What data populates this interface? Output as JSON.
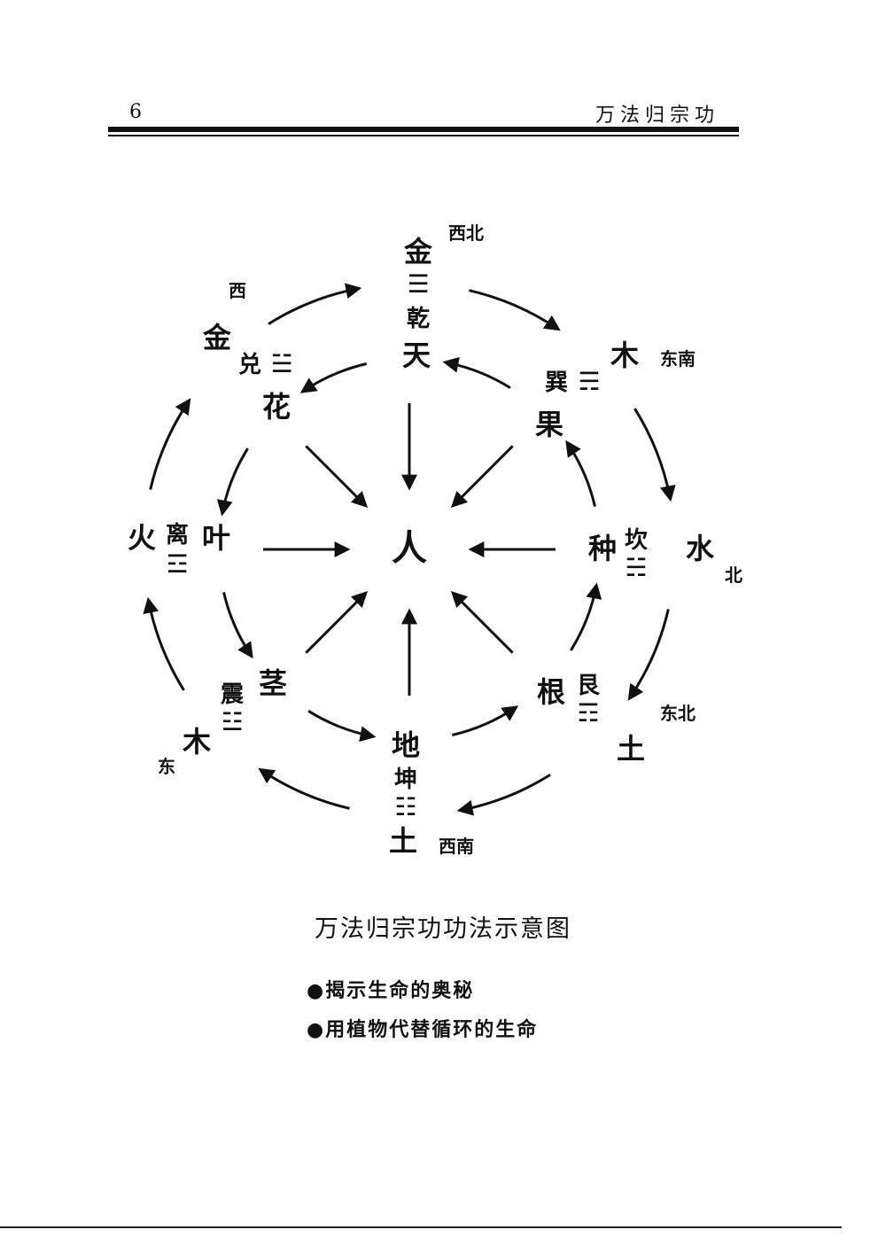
{
  "header": {
    "page_number": "6",
    "running_title": "万法归宗功"
  },
  "diagram": {
    "center": "人",
    "nodes": [
      {
        "direction": "西北",
        "element": "金",
        "trigram_symbol": "☰",
        "trigram": "乾",
        "plant": "天"
      },
      {
        "direction": "东南",
        "element": "木",
        "trigram_symbol": "☴",
        "trigram": "巽",
        "plant": "果"
      },
      {
        "direction": "北",
        "element": "水",
        "trigram_symbol": "☵",
        "trigram": "坎",
        "plant": "种"
      },
      {
        "direction": "东北",
        "element": "土",
        "trigram_symbol": "☶",
        "trigram": "艮",
        "plant": "根"
      },
      {
        "direction": "西南",
        "element": "土",
        "trigram_symbol": "☷",
        "trigram": "坤",
        "plant": "地"
      },
      {
        "direction": "东",
        "element": "木",
        "trigram_symbol": "☳",
        "trigram": "震",
        "plant": "茎"
      },
      {
        "direction": "",
        "element": "火",
        "trigram_symbol": "☲",
        "trigram": "离",
        "plant": "叶"
      },
      {
        "direction": "西",
        "element": "金",
        "trigram_symbol": "☱",
        "trigram": "兑",
        "plant": "花"
      }
    ]
  },
  "caption": "万法归宗功功法示意图",
  "bullets": [
    "●揭示生命的奥秘",
    "●用植物代替循环的生命"
  ]
}
